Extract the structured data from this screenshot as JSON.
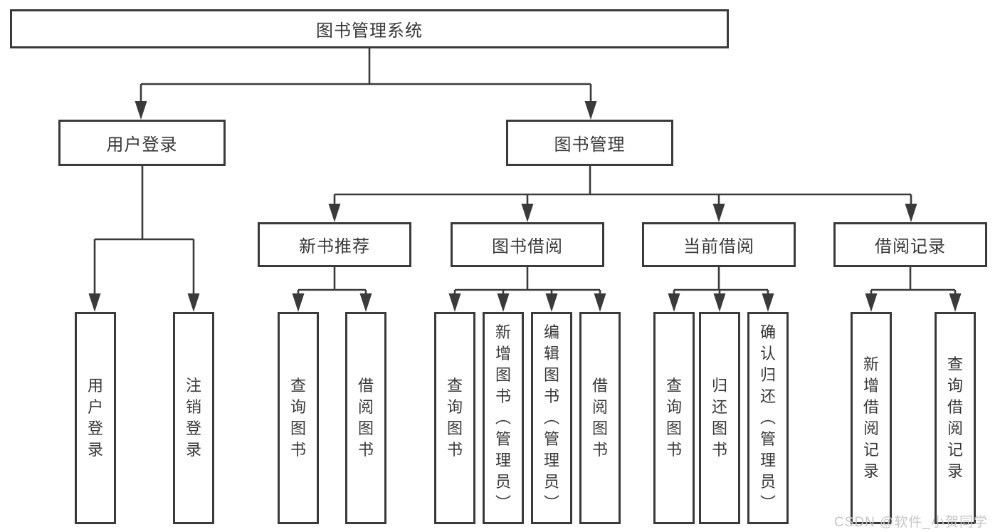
{
  "colors": {
    "line": "#3a3a3a",
    "text": "#383838",
    "watermark": "#c6c6c6",
    "background": "#ffffff"
  },
  "tree": {
    "root": {
      "label": "图书管理系统"
    },
    "branches": [
      {
        "label": "用户登录",
        "children": [
          {
            "label": "用户登录"
          },
          {
            "label": "注销登录"
          }
        ]
      },
      {
        "label": "图书管理",
        "children": [
          {
            "label": "新书推荐",
            "children": [
              {
                "label": "查询图书"
              },
              {
                "label": "借阅图书"
              }
            ]
          },
          {
            "label": "图书借阅",
            "children": [
              {
                "label": "查询图书"
              },
              {
                "label": "新增图书（管理员）"
              },
              {
                "label": "编辑图书（管理员）"
              },
              {
                "label": "借阅图书"
              }
            ]
          },
          {
            "label": "当前借阅",
            "children": [
              {
                "label": "查询图书"
              },
              {
                "label": "归还图书"
              },
              {
                "label": "确认归还（管理员）"
              }
            ]
          },
          {
            "label": "借阅记录",
            "children": [
              {
                "label": "新增借阅记录"
              },
              {
                "label": "查询借阅记录"
              }
            ]
          }
        ]
      }
    ]
  },
  "watermark": {
    "text": "CSDN @软件_小贺同学"
  }
}
